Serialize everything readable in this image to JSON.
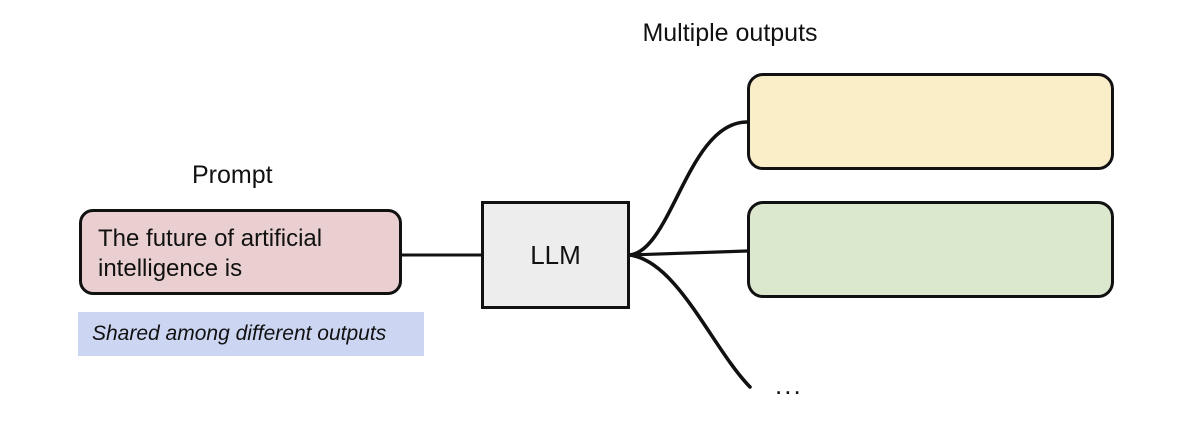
{
  "diagram": {
    "title_right": "Multiple outputs",
    "prompt_label": "Prompt",
    "prompt_text": "The future of artificial\nintelligence is",
    "model_label": "LLM",
    "shared_note": "Shared among different outputs",
    "ellipsis": "...",
    "outputs": [
      {
        "id": "output-1",
        "text": "",
        "color": "#faeec8"
      },
      {
        "id": "output-2",
        "text": "",
        "color": "#dce8cd"
      }
    ],
    "colors": {
      "prompt_fill": "#e9cfcf",
      "llm_fill": "#ededed",
      "output_1_fill": "#faeec8",
      "output_2_fill": "#dce8cd",
      "shared_note_fill": "#ccd6f2",
      "stroke": "#111111",
      "background": "#ffffff"
    }
  }
}
